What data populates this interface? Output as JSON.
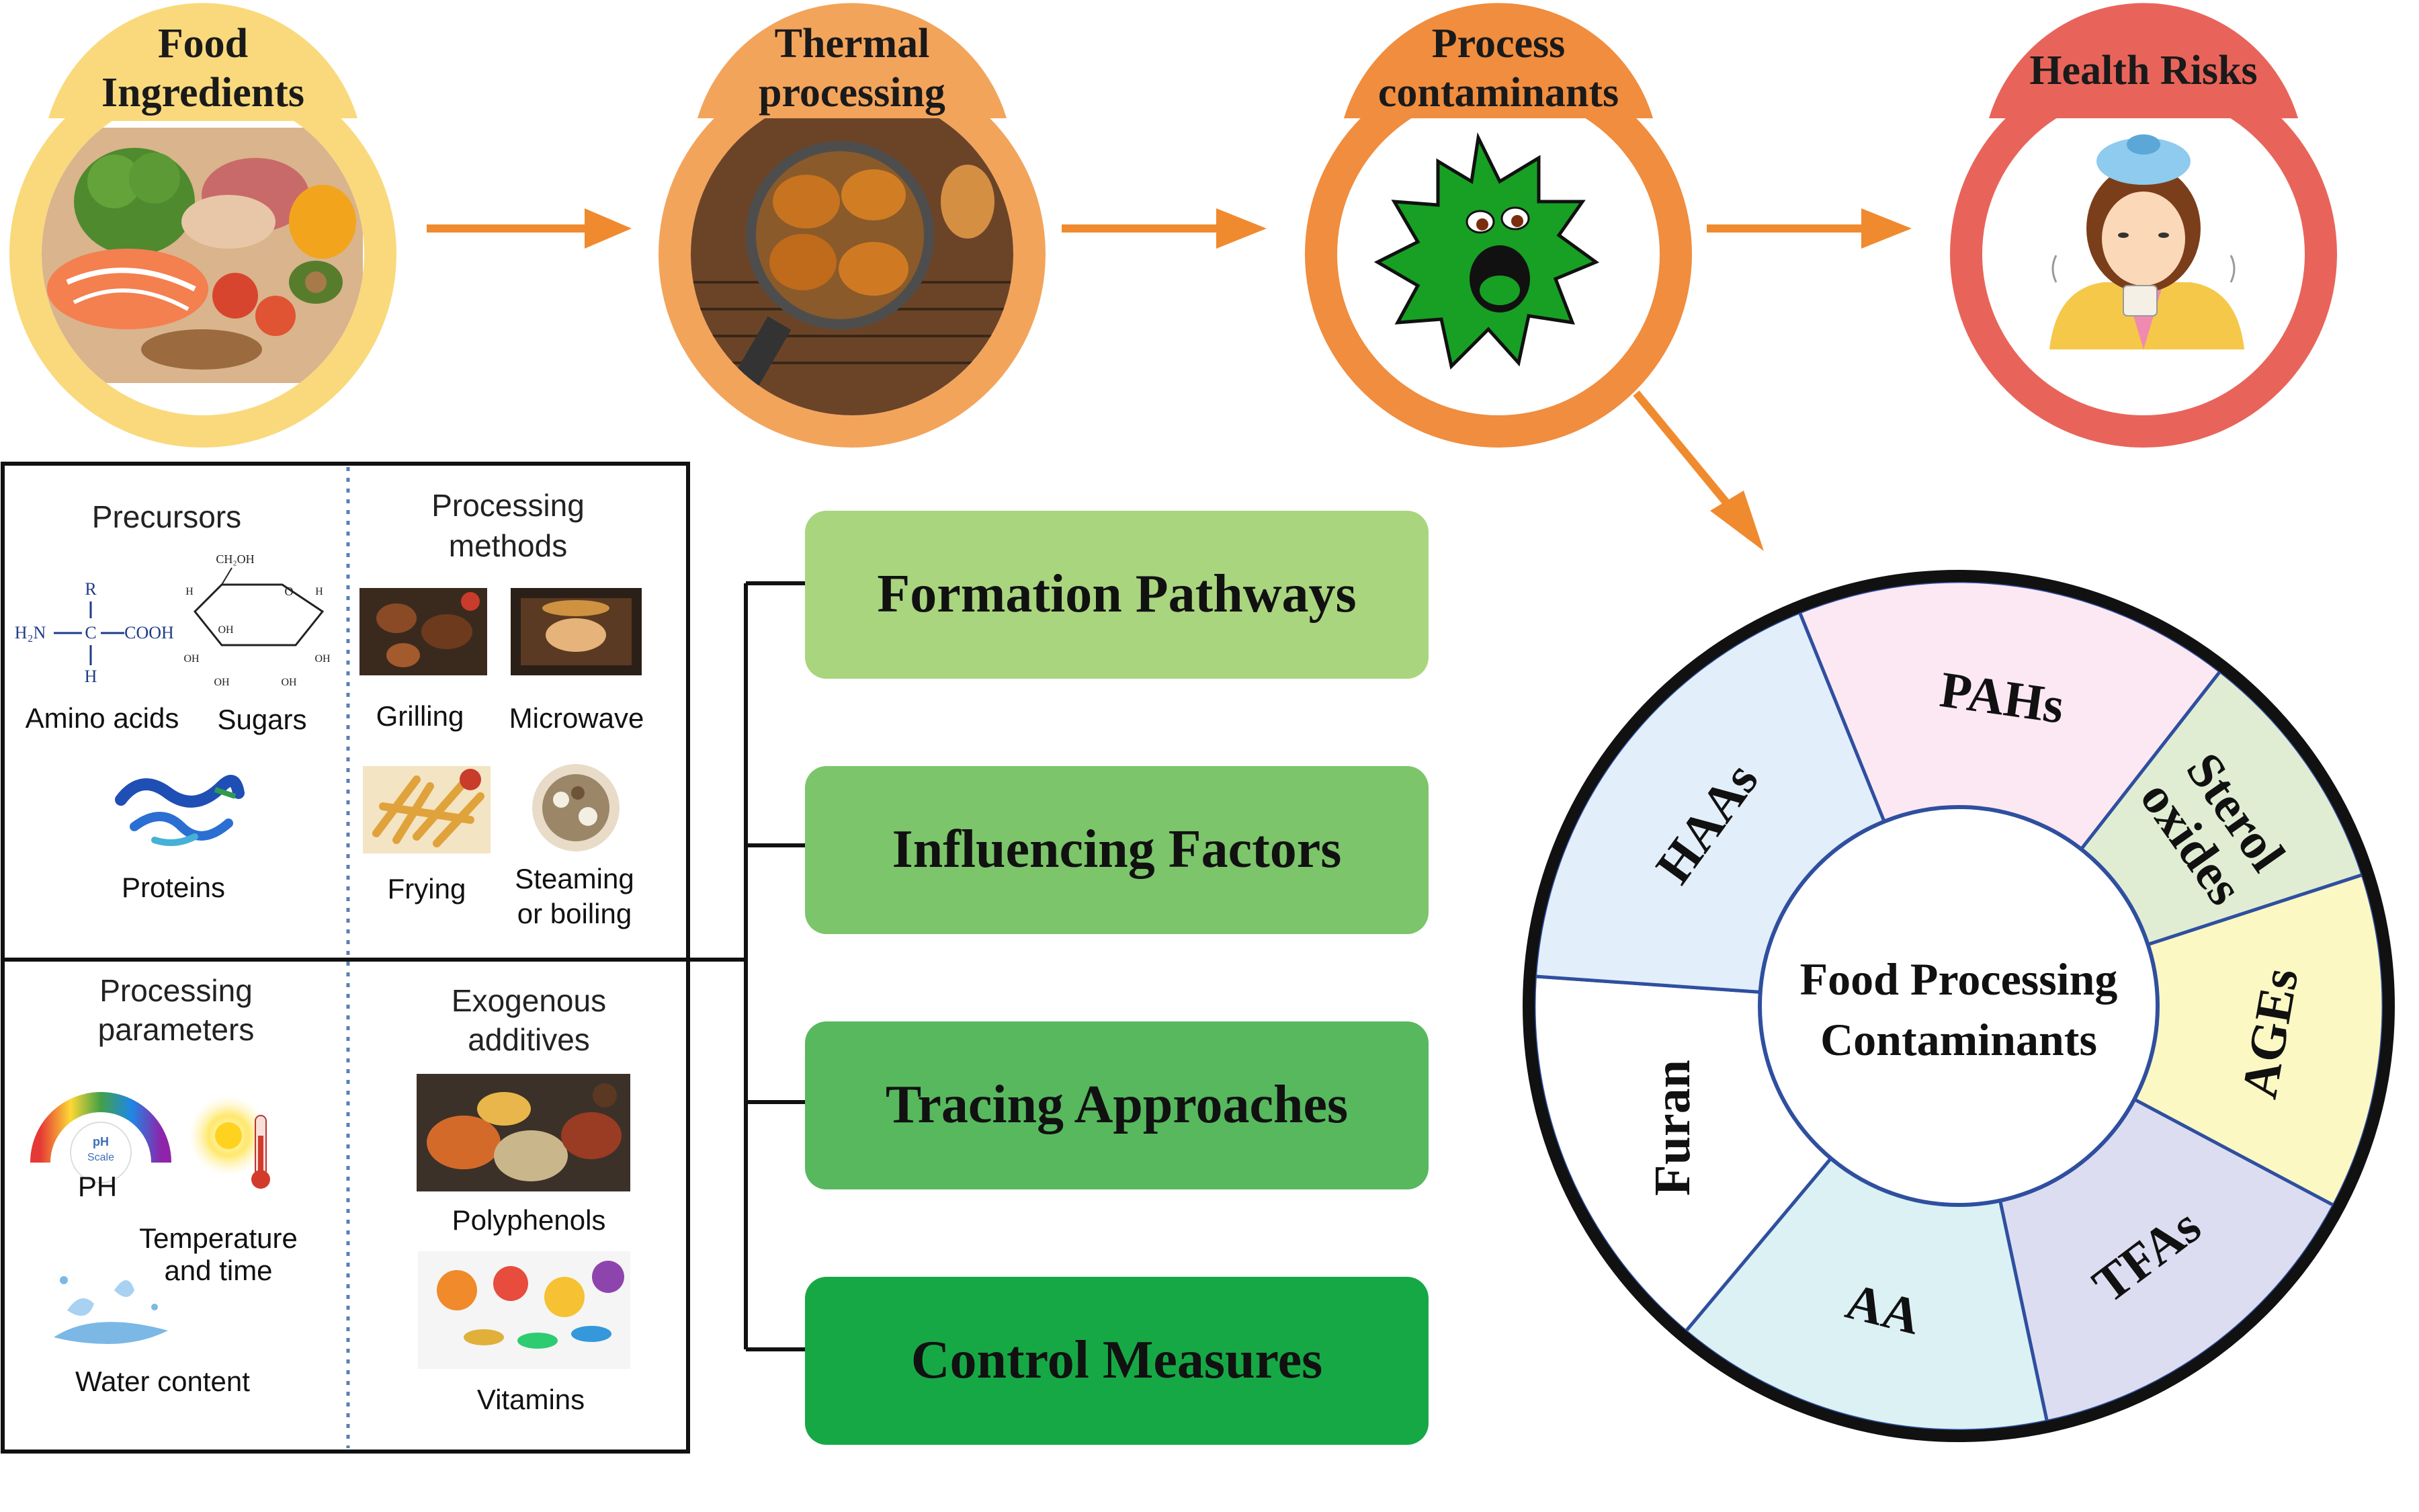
{
  "flow": {
    "food_ingredients": {
      "line1": "Food",
      "line2": "Ingredients"
    },
    "thermal_processing": {
      "line1": "Thermal",
      "line2": "processing"
    },
    "process_contaminants": {
      "line1": "Process",
      "line2": "contaminants"
    },
    "health_risks": {
      "label": "Health Risks"
    }
  },
  "colors": {
    "yellow_circle": "#F9D97B",
    "orange_circle": "#F3A45B",
    "deep_orange_circle": "#F08D3E",
    "red_circle": "#E8645A",
    "arrow": "#F08A2E",
    "pathways": "#A9D57E",
    "factors": "#7CC56A",
    "tracing": "#57B85E",
    "control": "#17A846"
  },
  "left_panel": {
    "precursors": {
      "title": "Precursors",
      "amino_acids": "Amino acids",
      "sugars": "Sugars",
      "proteins": "Proteins",
      "amino_formula": {
        "r": "R",
        "h2n": "H₂N",
        "c": "C",
        "cooh": "COOH",
        "h": "H"
      },
      "sugar_formula": {
        "ch2oh": "CH₂OH",
        "o": "O",
        "oh": "OH",
        "h": "H"
      }
    },
    "processing_methods": {
      "title_line1": "Processing",
      "title_line2": "methods",
      "grilling": "Grilling",
      "microwave": "Microwave",
      "frying": "Frying",
      "steaming_line1": "Steaming",
      "steaming_line2": "or boiling"
    },
    "processing_parameters": {
      "title_line1": "Processing",
      "title_line2": "parameters",
      "ph": "PH",
      "ph_scale_line1": "pH",
      "ph_scale_line2": "Scale",
      "temp_line1": "Temperature",
      "temp_line2": "and time",
      "water": "Water content"
    },
    "exogenous_additives": {
      "title_line1": "Exogenous",
      "title_line2": "additives",
      "polyphenols": "Polyphenols",
      "vitamins": "Vitamins"
    }
  },
  "boxes": [
    {
      "label": "Formation Pathways"
    },
    {
      "label": "Influencing Factors"
    },
    {
      "label": "Tracing Approaches"
    },
    {
      "label": "Control Measures"
    }
  ],
  "wheel": {
    "center_line1": "Food Processing",
    "center_line2": "Contaminants",
    "segments": [
      {
        "label": "PAHs",
        "color": "#FCE8F3"
      },
      {
        "label_line1": "Sterol",
        "label_line2": "oxides",
        "color": "#E0EDD3"
      },
      {
        "label": "AGEs",
        "color": "#FBF8C4"
      },
      {
        "label": "TFAs",
        "color": "#DDDDF2"
      },
      {
        "label": "AA",
        "color": "#DCF1F4"
      },
      {
        "label": "Furan",
        "color": "#FFFFFF"
      },
      {
        "label": "HAAs",
        "color": "#E2EEFA"
      }
    ]
  }
}
